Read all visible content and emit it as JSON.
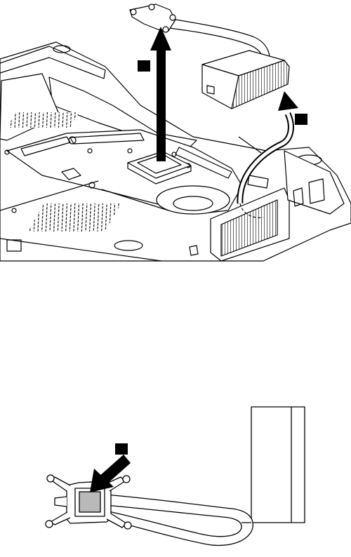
{
  "figure": {
    "background": "#ffffff",
    "stroke": "#000000",
    "accent_gray": "#b9b9b9",
    "callouts": [
      {
        "id": "step-1",
        "label": ""
      },
      {
        "id": "step-2",
        "label": ""
      },
      {
        "id": "step-3",
        "label": ""
      }
    ],
    "panels": [
      {
        "id": "remove-heat-sink",
        "icon": "laptop-underside-illustration"
      },
      {
        "id": "thermal-grease-location",
        "icon": "heat-sink-illustration"
      }
    ]
  }
}
